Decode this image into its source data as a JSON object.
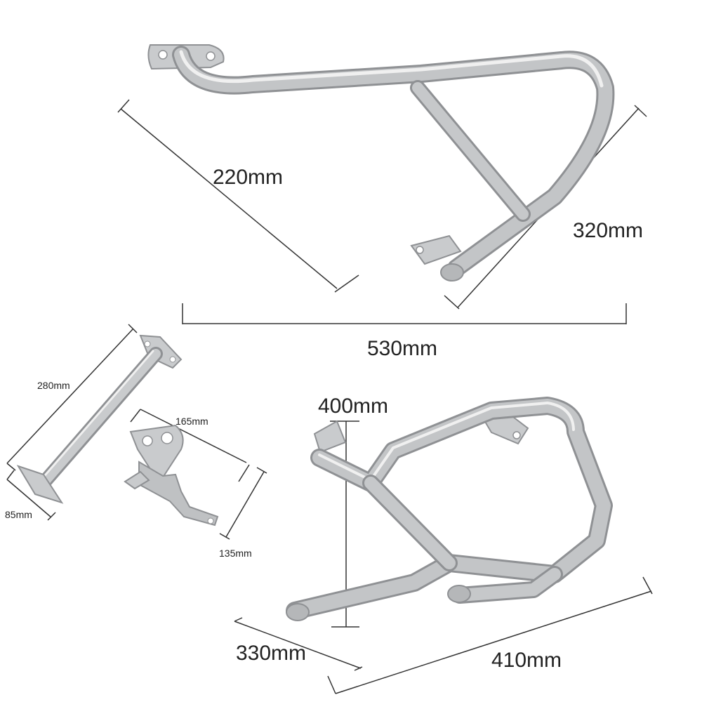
{
  "dimensions": {
    "top_bar": {
      "diagonal": "220mm",
      "depth": "320mm",
      "width": "530mm"
    },
    "bottom_bar": {
      "height": "400mm",
      "depth": "330mm",
      "width": "410mm"
    },
    "mount_post": {
      "length": "280mm",
      "base": "85mm"
    },
    "bracket": {
      "length": "165mm",
      "height": "135mm"
    }
  },
  "colors": {
    "metal": "#b9bbbd",
    "metal_highlight": "#eeeeee",
    "metal_shadow": "#8f9194",
    "dimension_line": "#333333",
    "text": "#222222"
  }
}
